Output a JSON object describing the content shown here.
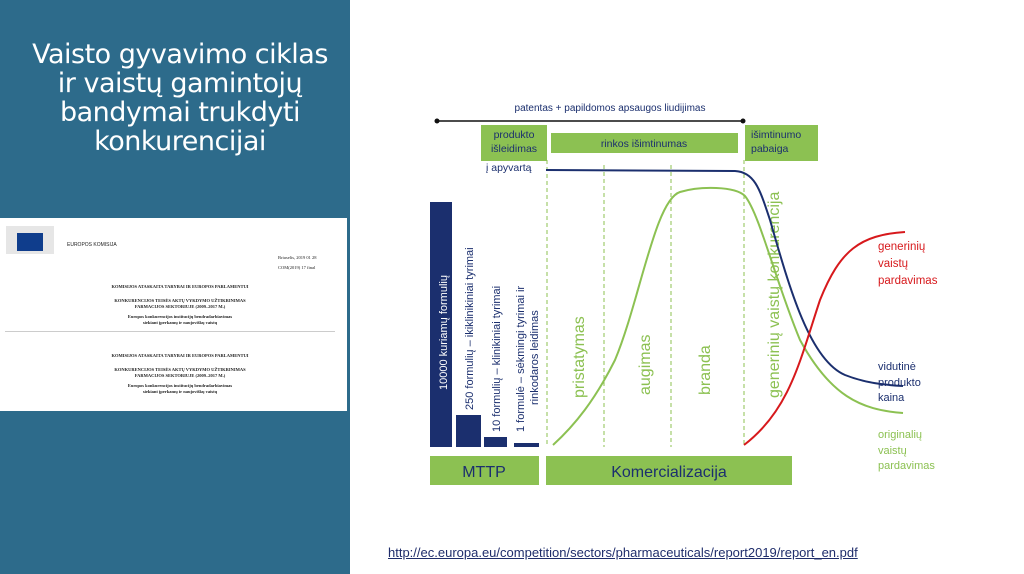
{
  "slide_title": "Vaisto gyvavimo ciklas ir vaistų gamintojų bandymai trukdyti konkurencijai",
  "document_preview": {
    "org": "EUROPOS KOMISIJA",
    "date": "Briuselis, 2019 01 28",
    "ref": "COM(2019) 17 final",
    "heading1": "KOMISIJOS ATASKAITA TARYBAI IR EUROPOS PARLAMENTUI",
    "heading2a": "KONKURENCIJOS TEISĖS AKTŲ VYKDYMO UŽTIKRINIMAS",
    "heading2b": "FARMACIJOS SEKTORIUJE (2009–2017 M.)",
    "heading3a": "Europos konkurencijos institucijų bendradarbiavimas",
    "heading3b": "siekiant įperkamų ir naujoviškų vaistų"
  },
  "diagram": {
    "patent_label": "patentas + papildomos apsaugos liudijimas",
    "launch_line1": "produkto",
    "launch_line2": "išleidimas",
    "launch_line3": "į apyvartą",
    "exclusivity": "rinkos išimtinumas",
    "exclusivity_end_line1": "išimtinumo",
    "exclusivity_end_line2": "pabaiga",
    "bar_labels": [
      "10000 kuriamų formulių",
      "250 formulių – ikiklinikiniai tyrimai",
      "10 formulių – klinikiniai tyrimai",
      "1 formulė – sėkmingi tyrimai ir",
      "rinkodaros leidimas"
    ],
    "phases": [
      "pristatymas",
      "augimas",
      "branda",
      "generinių vaistų konkurencija"
    ],
    "generic_sales": [
      "generinių",
      "vaistų",
      "pardavimas"
    ],
    "avg_price": [
      "vidutinė",
      "produkto",
      "kaina"
    ],
    "original_sales": [
      "originalių",
      "vaistų",
      "pardavimas"
    ],
    "stage_mttp": "MTTP",
    "stage_commercial": "Komercializacija",
    "colors": {
      "green": "#8cc152",
      "navy": "#1b2f6e",
      "red": "#d7191c"
    }
  },
  "source_url": "http://ec.europa.eu/competition/sectors/pharmaceuticals/report2019/report_en.pdf"
}
